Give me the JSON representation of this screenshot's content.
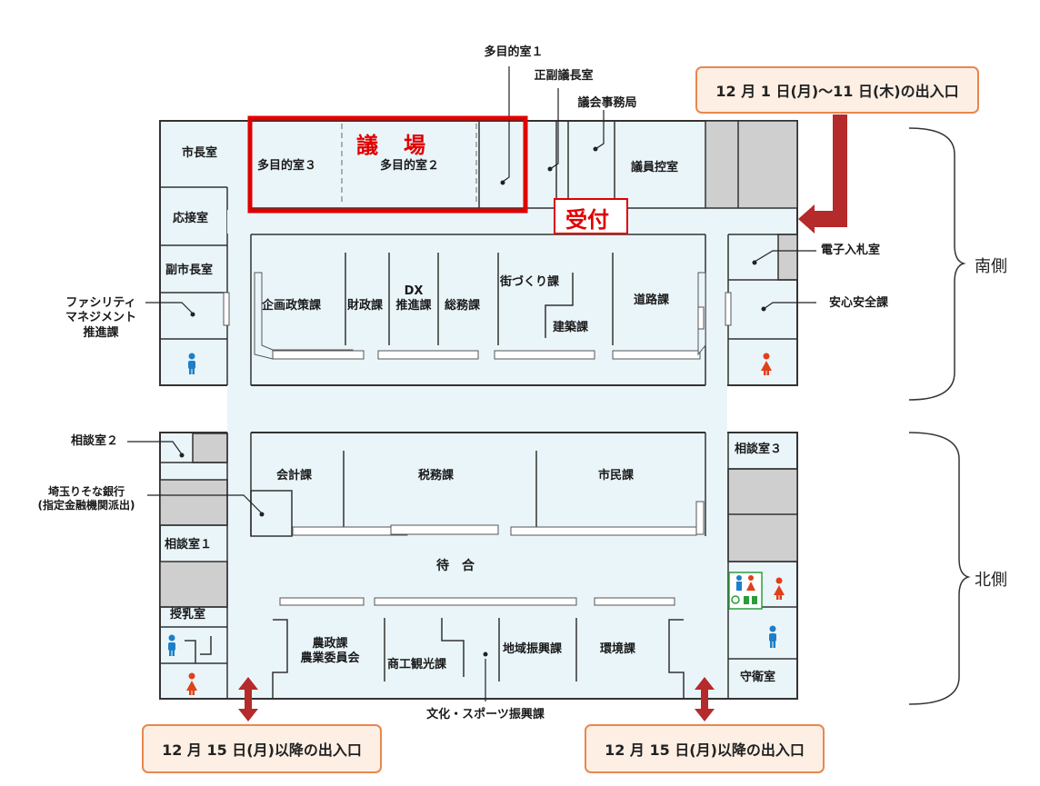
{
  "rooms": {
    "mayor": "市長室",
    "multi3": "多目的室３",
    "multi2": "多目的室２",
    "multi1": "多目的室１",
    "vice_chair": "正副議長室",
    "council_office": "議会事務局",
    "member_wait": "議員控室",
    "reception_room": "応接室",
    "vice_mayor": "副市長室",
    "facility": "ファシリティ\nマネジメント\n推進課",
    "planning": "企画政策課",
    "finance": "財政課",
    "dx": "DX\n推進課",
    "general": "総務課",
    "town": "街づくり課",
    "building": "建築課",
    "road": "道路課",
    "bid": "電子入札室",
    "safety": "安心安全課",
    "consult2": "相談室２",
    "bank": "埼玉りそな銀行\n(指定金融機関派出)",
    "accounting": "会計課",
    "tax": "税務課",
    "citizen": "市民課",
    "consult3": "相談室３",
    "consult1": "相談室１",
    "waiting": "待　合",
    "nursing": "授乳室",
    "agri": "農政課\n農業委員会",
    "commerce": "商工観光課",
    "regional": "地域振興課",
    "env": "環境課",
    "culture": "文化・スポーツ振興課",
    "guard": "守衛室"
  },
  "assembly": "議　場",
  "reception": "受付",
  "sides": {
    "south": "南側",
    "north": "北側"
  },
  "callouts": {
    "top": "12 月 1 日(月)～11 日(木)の出入口",
    "bottom_left": "12 月 15 日(月)以降の出入口",
    "bottom_right": "12 月 15 日(月)以降の出入口"
  },
  "colors": {
    "corridor": "#eaf5fa",
    "wall": "#333333",
    "gray": "#cfcfcf",
    "red": "#e00000",
    "arrow": "#b52a2a",
    "callout_border": "#e8874f",
    "callout_fill": "#fdefe4",
    "male": "#1e7fc8",
    "female": "#e0401a",
    "accessible": "#2a9d3a"
  }
}
